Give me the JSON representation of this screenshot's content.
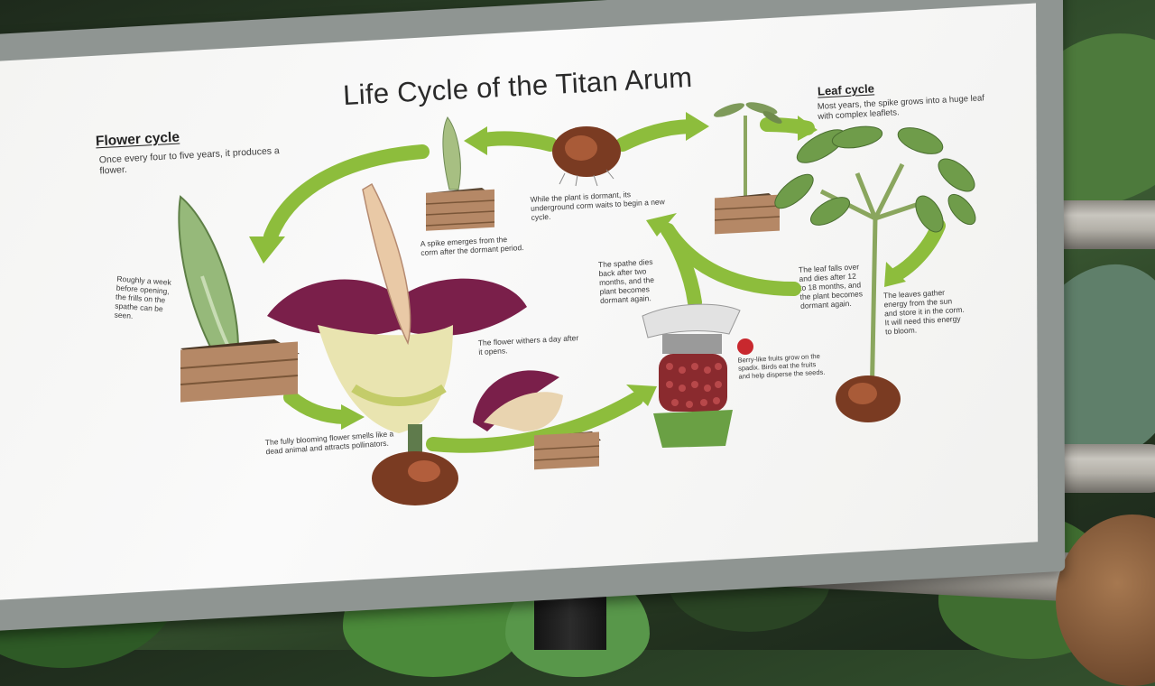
{
  "scene": {
    "description": "Photograph of an informational sign in a greenhouse",
    "colors": {
      "arrow_green": "#8dbd3c",
      "flower_maroon": "#7a1f4a",
      "spathe_cream": "#e9e4b0",
      "corm_brown": "#7a3b22",
      "crate_wood": "#a8785a",
      "background_foliage": "#2f4a2a",
      "rail_metal": "#b3b0a8"
    }
  },
  "sign": {
    "title": "Life Cycle of the Titan Arum",
    "flower_cycle": {
      "heading": "Flower cycle",
      "intro": "Once every four to five years, it produces a flower."
    },
    "leaf_cycle": {
      "heading": "Leaf cycle",
      "intro": "Most years, the spike grows into a huge leaf with complex leaflets."
    },
    "captions": {
      "spike_emerges": "A spike emerges from the corm after the dormant period.",
      "dormant": "While the plant is dormant, its underground corm waits to begin a new cycle.",
      "week_before": "Roughly a week before opening, the frills on the spathe can be seen.",
      "spathe_dies": "The spathe dies back after two months, and the plant becomes dormant again.",
      "leaf_falls": "The leaf falls over and dies after 12 to 18 months, and the plant becomes dormant again.",
      "leaves_gather": "The leaves gather energy from the sun and store it in the corm. It will need this energy to bloom.",
      "flower_withers": "The flower withers a day after it opens.",
      "berries": "Berry-like fruits grow on the spadix. Birds eat the fruits and help disperse the seeds.",
      "fully_blooming": "The fully blooming flower smells like a dead animal and attracts pollinators."
    },
    "illustrations": [
      "young-spike-in-crate",
      "dormant-corm",
      "leaf-sprout-in-crate",
      "mature-leaf-plant-with-corm",
      "bud-in-crate",
      "blooming-titan-arum-with-corm",
      "withered-flower-in-crate",
      "fruiting-spadix",
      "red-berry"
    ]
  }
}
